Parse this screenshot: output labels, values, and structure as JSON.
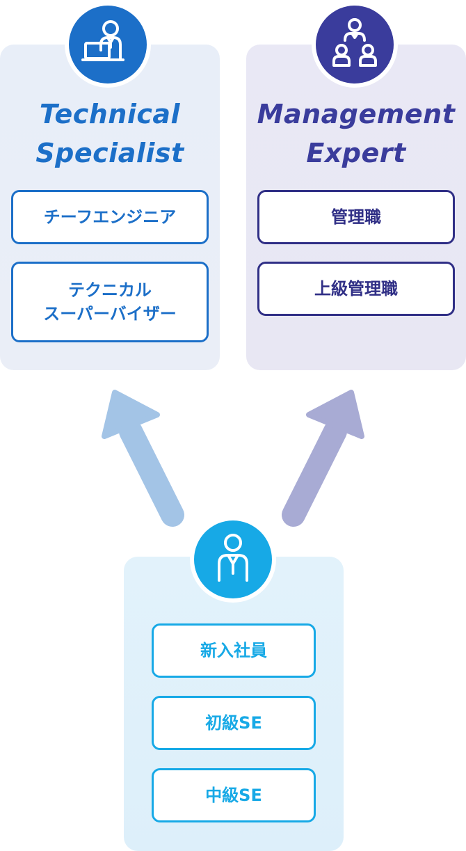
{
  "tracks": {
    "technical": {
      "title_line1": "Technical",
      "title_line2": "Specialist",
      "icon": "engineer-at-laptop-icon",
      "color": "#1c6fc8",
      "roles": [
        {
          "line1": "チーフエンジニア",
          "line2": ""
        },
        {
          "line1": "テクニカル",
          "line2": "スーパーバイザー"
        }
      ]
    },
    "management": {
      "title_line1": "Management",
      "title_line2": "Expert",
      "icon": "manager-with-team-icon",
      "color": "#3a3c9c",
      "roles": [
        {
          "line1": "管理職",
          "line2": ""
        },
        {
          "line1": "上級管理職",
          "line2": ""
        }
      ]
    }
  },
  "start": {
    "icon": "employee-icon",
    "color": "#17a9e6",
    "roles": [
      "新入社員",
      "初級SE",
      "中級SE"
    ]
  },
  "arrows": [
    {
      "name": "arrow-to-technical",
      "color": "#a3c4e6"
    },
    {
      "name": "arrow-to-management",
      "color": "#a8abd4"
    }
  ]
}
